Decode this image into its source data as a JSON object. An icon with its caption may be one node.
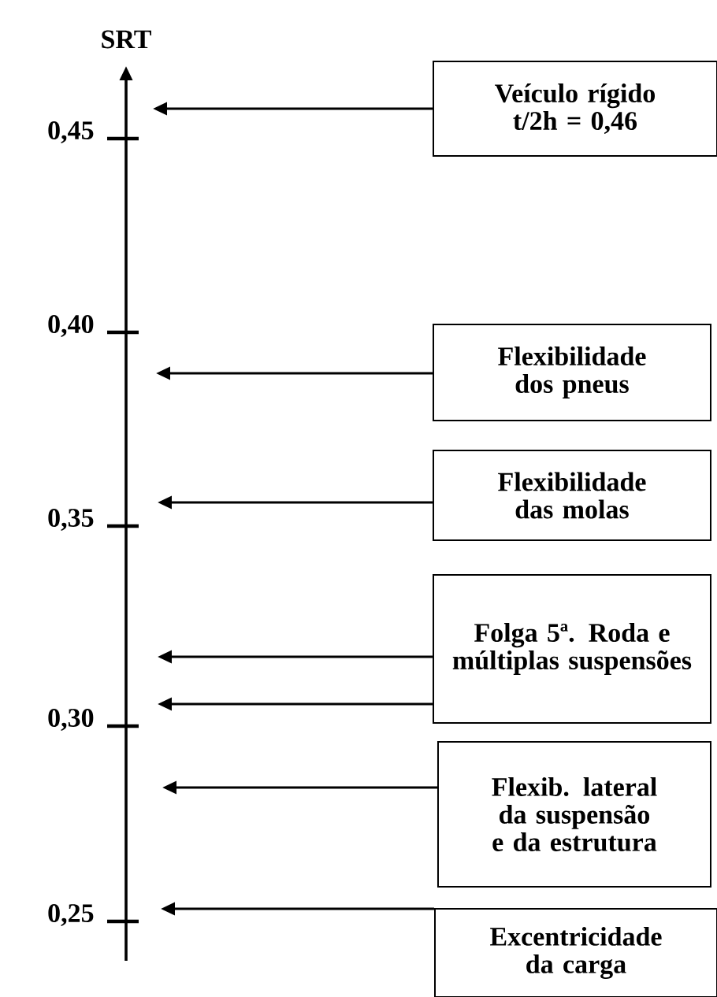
{
  "diagram": {
    "nodes": [
      {
        "text": [
          "Veículo rígido t/2h = 0,46"
        ]
      },
      {
        "text": [
          "Flexibilidade dos pneus"
        ]
      },
      {
        "text": [
          "Flexibilidade das molas"
        ]
      },
      {
        "text": [
          "Folga 5ª. Roda e múltiplas suspensões"
        ]
      },
      {
        "text": [
          "Flexib. lateral da suspensão e da estrutura"
        ]
      },
      {
        "text": [
          "Excentricidade da carga"
        ]
      }
    ],
    "edges": [
      {
        "from": 0,
        "to": null,
        "arrow": "to"
      },
      {
        "from": 1,
        "to": null,
        "arrow": "to"
      },
      {
        "from": 2,
        "to": null,
        "arrow": "to"
      },
      {
        "from": 3,
        "to": null,
        "arrow": "to"
      },
      {
        "from": 3,
        "to": null,
        "arrow": "to"
      },
      {
        "from": 4,
        "to": null,
        "arrow": "to"
      },
      {
        "from": 5,
        "to": null,
        "arrow": "to"
      }
    ],
    "labels": [
      "SRT",
      "0,45",
      "0,40",
      "0,35",
      "0,30",
      "0,25"
    ]
  }
}
